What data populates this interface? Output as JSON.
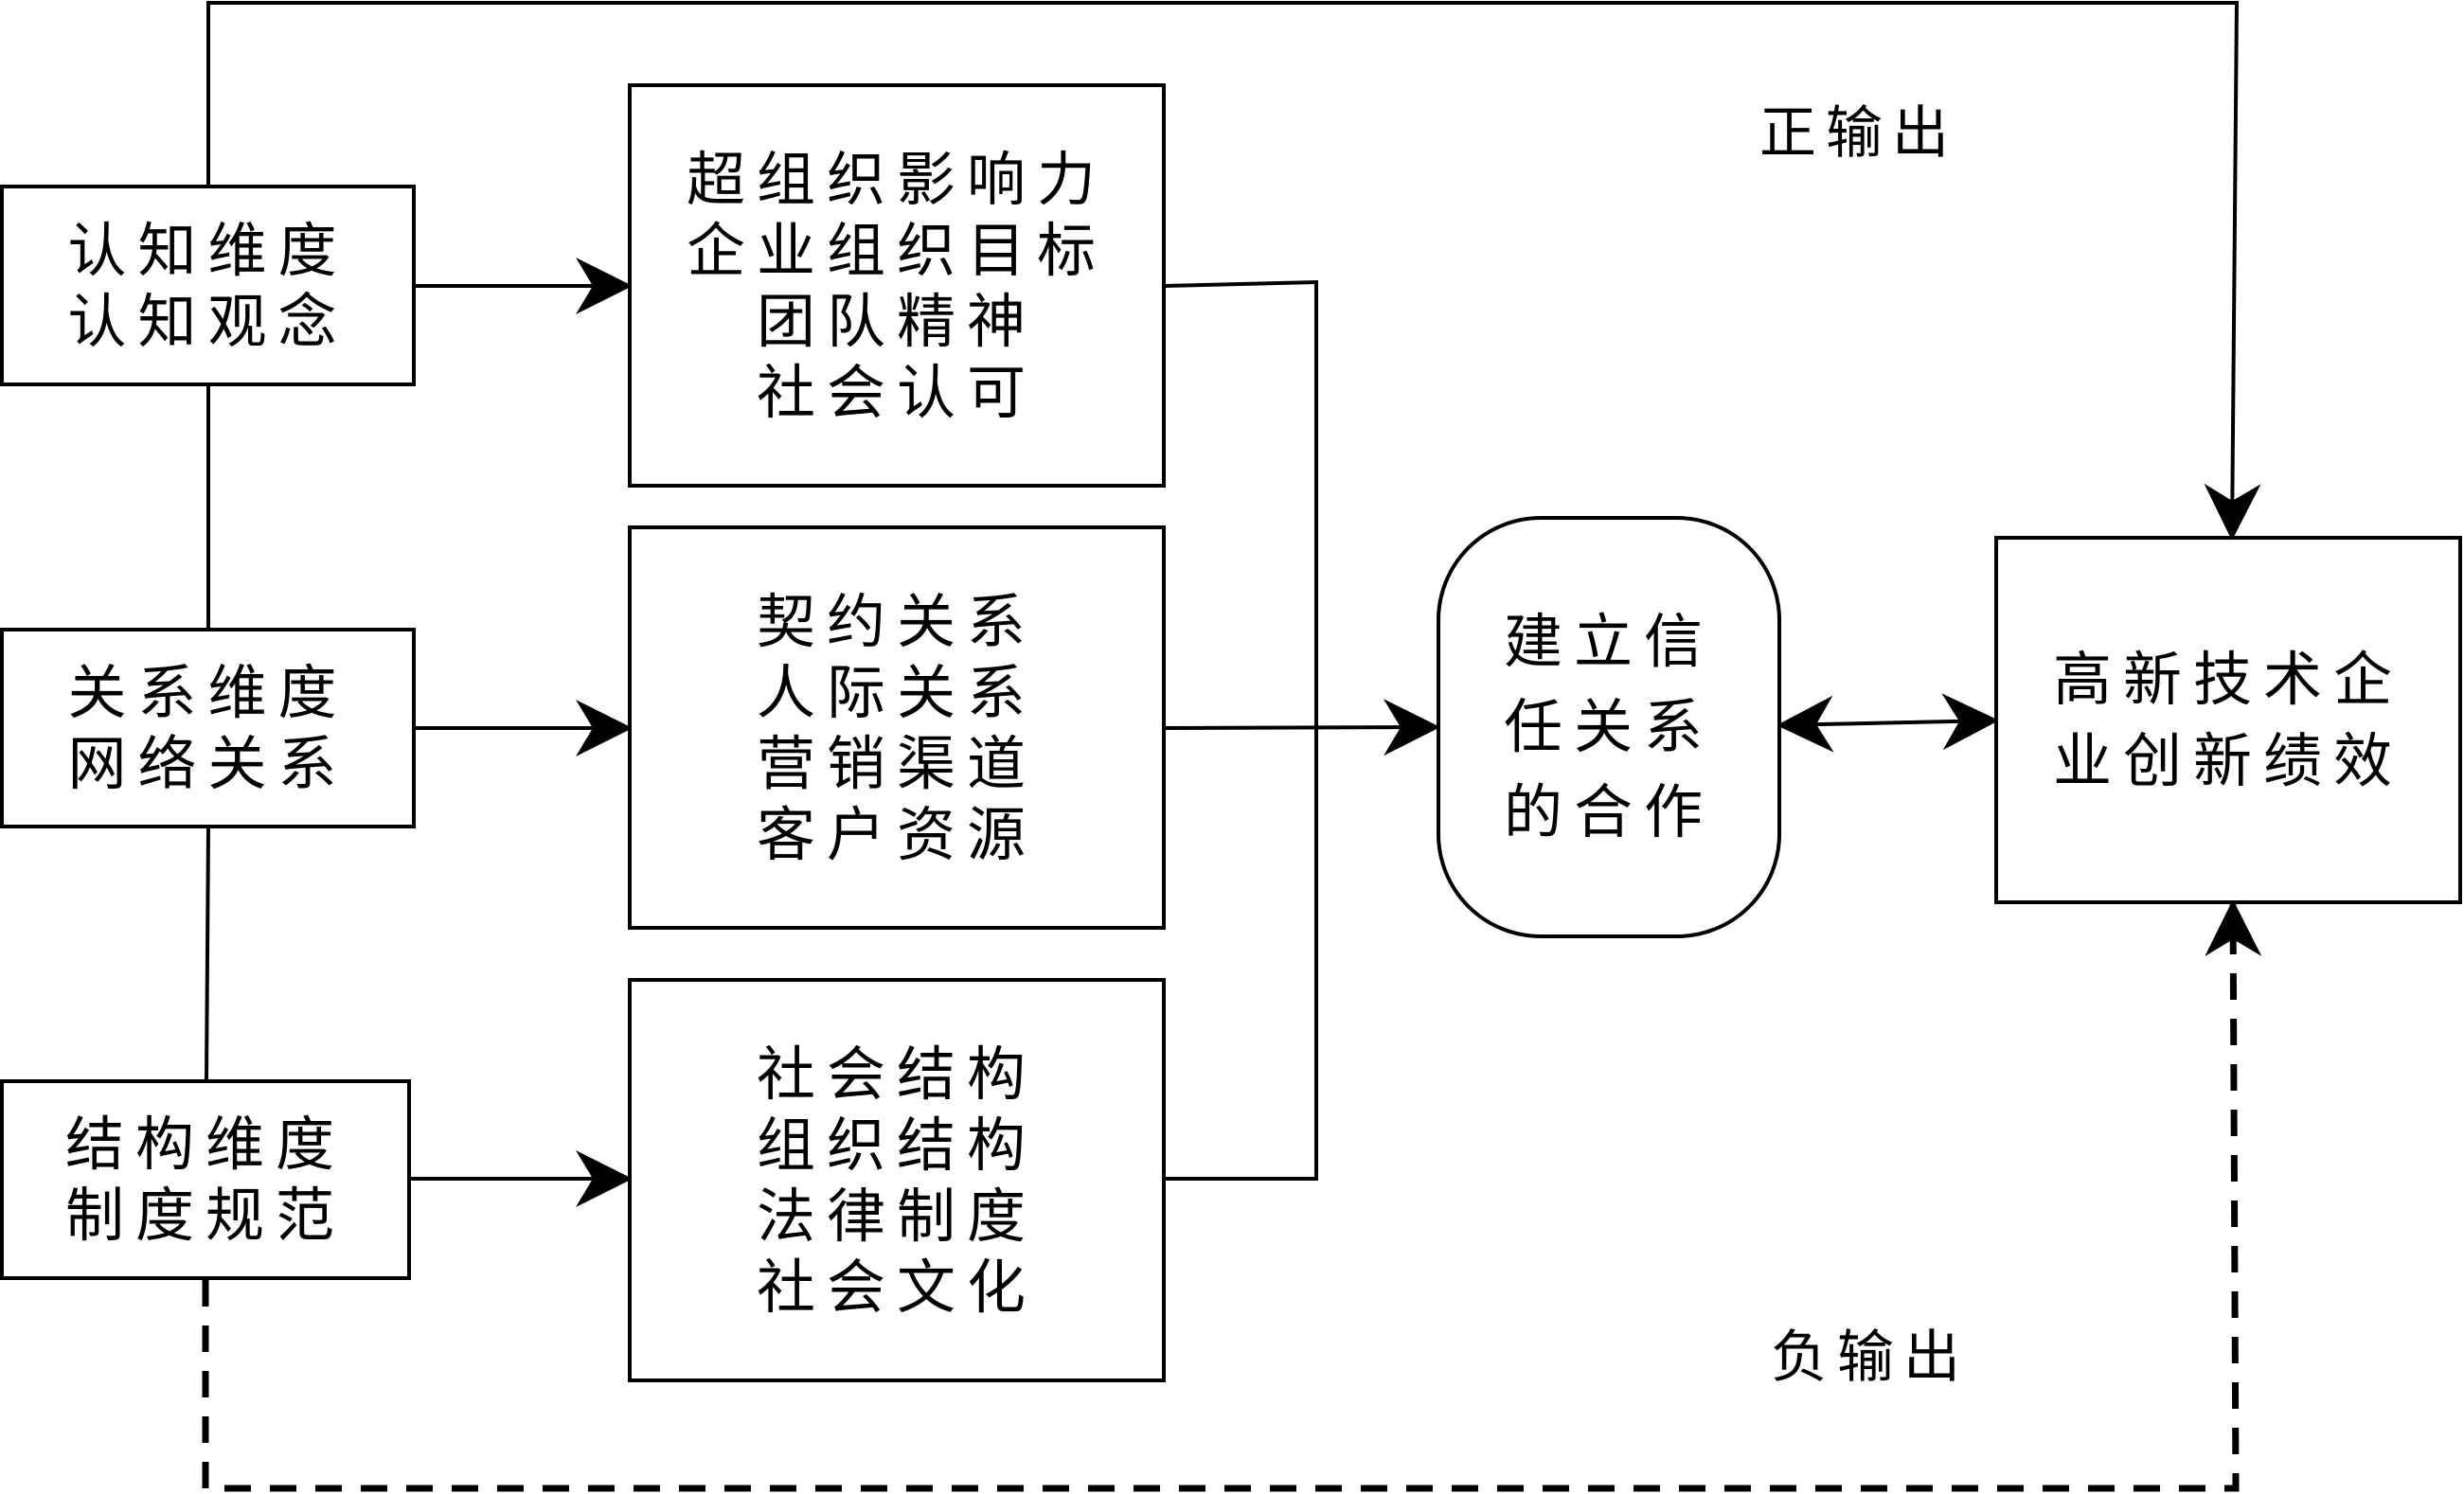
{
  "left_boxes": {
    "cognitive": {
      "lines": [
        "认知维度",
        "认知观念"
      ]
    },
    "relational": {
      "lines": [
        "关系维度",
        "网络关系"
      ]
    },
    "structural": {
      "lines": [
        "结构维度",
        "制度规范"
      ]
    }
  },
  "middle_boxes": {
    "influence": {
      "lines": [
        "超组织影响力",
        "企业组织目标",
        "团队精神",
        "社会认可"
      ]
    },
    "contract": {
      "lines": [
        "契约关系",
        "人际关系",
        "营销渠道",
        "客户资源"
      ]
    },
    "social": {
      "lines": [
        "社会结构",
        "组织结构",
        "法律制度",
        "社会文化"
      ]
    }
  },
  "trust_node": {
    "lines": [
      "建立信",
      "任关系",
      "的合作"
    ]
  },
  "performance_node": {
    "lines": [
      "高新技术企",
      "业创新绩效"
    ]
  },
  "labels": {
    "positive_output": "正输出",
    "negative_output": "负输出"
  }
}
